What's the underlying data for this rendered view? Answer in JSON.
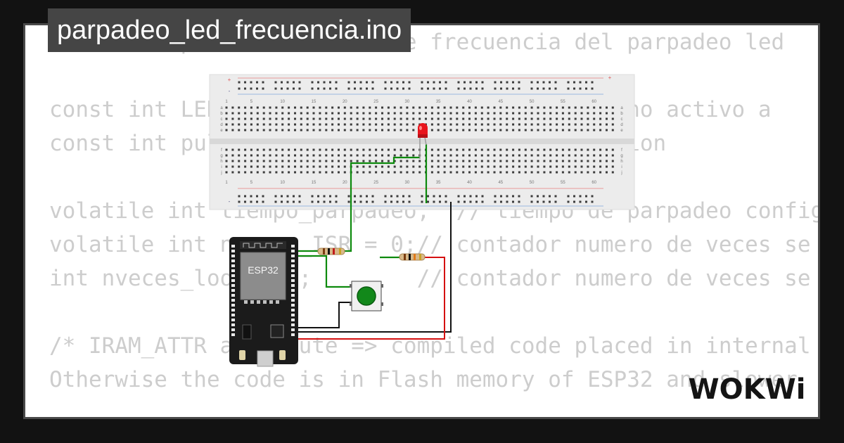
{
  "title": "parpadeo_led_frecuencia.ino",
  "logo_text": "WOKWi",
  "board_label": "ESP32",
  "code_lines": [
    "/* Interrupciones: cambio de frecuencia del parpadeo led",
    "",
    "const int LED = 2;          // pin LED interno activo a",
    "const int pulsador = 0;     // pin interrupcion",
    "",
    "volatile int tiempo_parpadeo;  // tiempo de parpadeo configur",
    "volatile int nveces_ISR = 0;// contador numero de veces se",
    "int nveces_loop = 0;        // contador numero de veces se",
    "",
    "/* IRAM_ATTR attribute => compiled code placed in internal RAM",
    "Otherwise the code is in Flash memory of ESP32 and slower"
  ],
  "breadboard": {
    "column_numbers": [
      "1",
      "5",
      "10",
      "15",
      "20",
      "25",
      "30",
      "35",
      "40",
      "45",
      "50",
      "55",
      "60"
    ],
    "row_letters_top": [
      "a",
      "b",
      "c",
      "d",
      "e"
    ],
    "row_letters_bottom": [
      "f",
      "g",
      "h",
      "i",
      "j"
    ],
    "rail_signs": [
      "+",
      "-"
    ]
  },
  "colors": {
    "background": "#121212",
    "card": "#ffffff",
    "title_tag": "#454545",
    "code_text": "#cdcdcd",
    "wire_green": "#0d8a0d",
    "wire_red": "#d51010",
    "wire_black": "#111111",
    "led": "#e8141c",
    "button_cap": "#12881a",
    "board": "#1b1b1b",
    "chip": "#8c8c8c"
  }
}
